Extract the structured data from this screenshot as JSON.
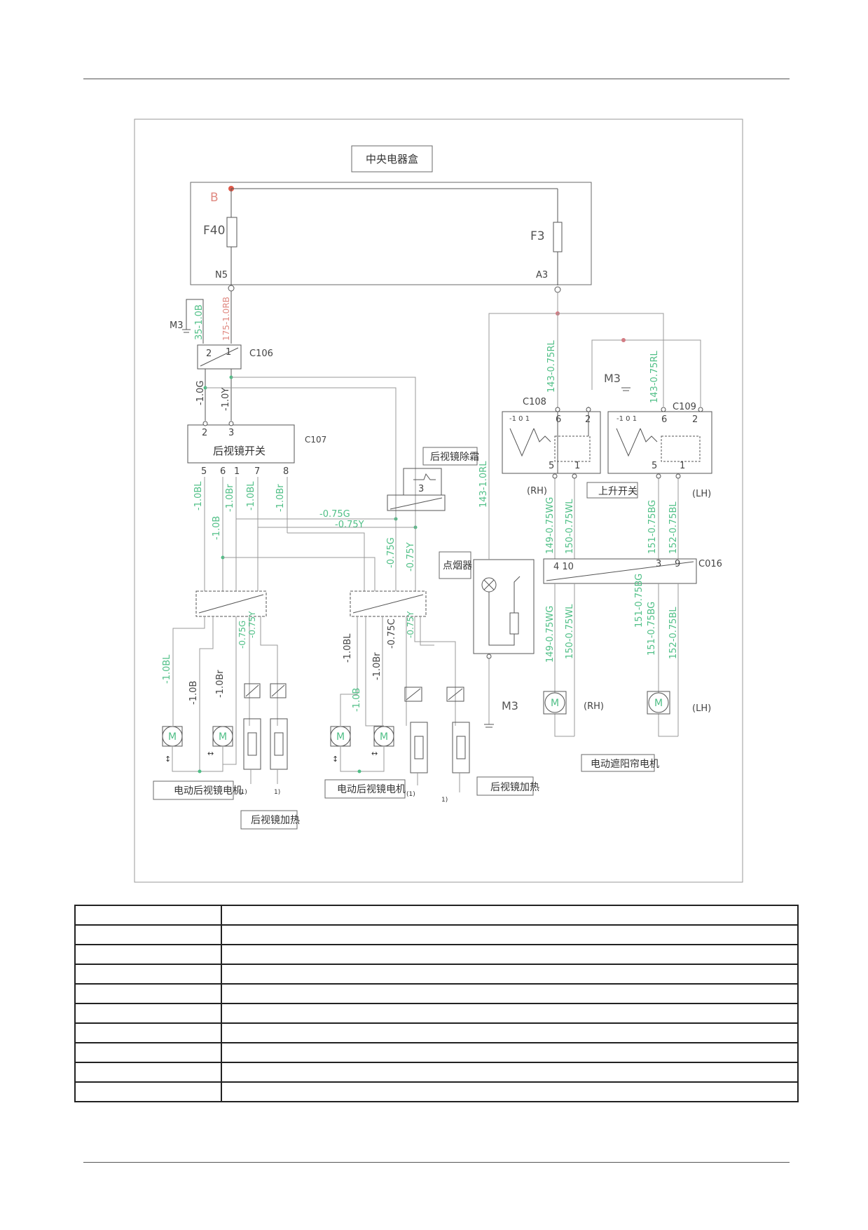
{
  "labels": {
    "central_box": "中央电器盒",
    "battery": "B",
    "fuse_f40": "F40",
    "fuse_f3": "F3",
    "n5": "N5",
    "a3": "A3",
    "m3_top": "M3",
    "wire_35": "35-1.0B",
    "wire_175": "175-1.0RB",
    "c106": "C106",
    "c106_pin2": "2",
    "c106_pin1": "1",
    "wire_10g": "-1.0G",
    "wire_10y": "-1.0Y",
    "c107": "C107",
    "c107_pin2": "2",
    "c107_pin3": "3",
    "mirror_switch": "后视镜开关",
    "c107_pins": [
      "5",
      "6",
      "1",
      "7",
      "8"
    ],
    "defrost": "后视镜除霜",
    "defrost_pin": "3",
    "wire_10bl": "-1.0BL",
    "wire_10br": "-1.0Br",
    "wire_10bl_b": "-1.0BL",
    "wire_10br_b": "-1.0Br",
    "wire_10b": "-1.0B",
    "wire_075g": "-0.75G",
    "wire_075y": "-0.75Y",
    "wire_075g_v": "-0.75G",
    "wire_075y_v": "-0.75Y",
    "wire_075g_l": "-0.75G",
    "wire_075y_l": "-0.75Y",
    "wire_075c_r": "-0.75C",
    "wire_075y_r": "-0.75Y",
    "wire_10bl_l": "-1.0BL",
    "wire_10b_l": "-1.0B",
    "wire_10br_l": "-1.0Br",
    "wire_10bl_r": "-1.0BL",
    "wire_10b_r": "-1.0B",
    "wire_10br_r": "-1.0Br",
    "motor_m": "M",
    "mirror_motor": "电动后视镜电机",
    "mirror_heat": "后视镜加热",
    "note_1a": "(1)",
    "note_1b": "1)",
    "cigar": "点烟器",
    "wire_143_10rl": "143-1.0RL",
    "m3_bottom": "M3",
    "wire_143_rl_a": "143-0.75RL",
    "wire_143_rl_b": "143-0.75RL",
    "m3_right": "M3",
    "c108": "C108",
    "c109": "C109",
    "rh": "(RH)",
    "lh": "(LH)",
    "up_switch": "上升开关",
    "sw_pin6": "6",
    "sw_pin2": "2",
    "sw_pin5": "5",
    "sw_pin1": "1",
    "sw_top_pins": "-1  0  1",
    "wire_149": "149-0.75WG",
    "wire_150": "150-0.75WL",
    "wire_151": "151-0.75BG",
    "wire_152": "152-0.75BL",
    "wire_151_b": "151-0.75BG",
    "wire_151_c": "151-0.75BG",
    "wire_152_b": "152-0.75BL",
    "wire_149_b": "149-0.75WG",
    "wire_150_b": "150-0.75WL",
    "c016": "C016",
    "c016_pins_l": "4   10",
    "c016_pin3": "3",
    "c016_pin9": "9",
    "sunshade_motor": "电动遮阳帘电机",
    "rh_motor": "(RH)",
    "lh_motor": "(LH)"
  },
  "colors": {
    "wire_green": "#4fbf86",
    "battery_red": "#e05a4a",
    "line": "#555555"
  },
  "table": {
    "rows": [
      [
        "",
        ""
      ],
      [
        "",
        ""
      ],
      [
        "",
        ""
      ],
      [
        "",
        ""
      ],
      [
        "",
        ""
      ],
      [
        "",
        ""
      ],
      [
        "",
        ""
      ],
      [
        "",
        ""
      ],
      [
        "",
        ""
      ],
      [
        "",
        ""
      ]
    ]
  }
}
